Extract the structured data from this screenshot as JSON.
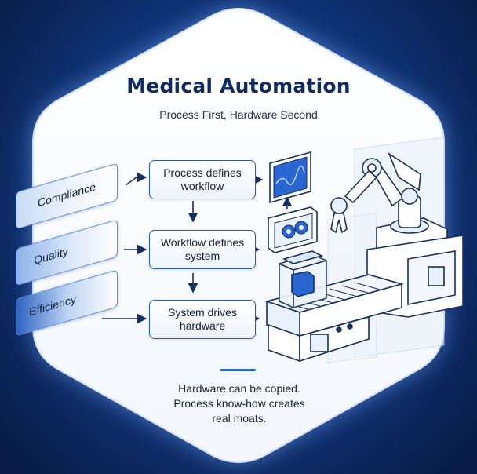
{
  "header": {
    "title": "Medical Automation",
    "subtitle": "Process First, Hardware Second"
  },
  "pillars": [
    {
      "label": "Compliance"
    },
    {
      "label": "Quality"
    },
    {
      "label": "Efficiency"
    }
  ],
  "flow": {
    "step1": "Process defines workflow",
    "step2": "Workflow defines system",
    "step3": "System drives hardware"
  },
  "footer": {
    "line1": "Hardware can be copied.",
    "line2": "Process know-how creates",
    "line3": "real moats."
  },
  "colors": {
    "background": "#123a86",
    "accent": "#2f66c6",
    "title": "#102a62",
    "panel": "#ffffff"
  },
  "icons": [
    "monitor-icon",
    "control-panel-icon",
    "robot-arm-icon",
    "conveyor-machine-icon"
  ]
}
